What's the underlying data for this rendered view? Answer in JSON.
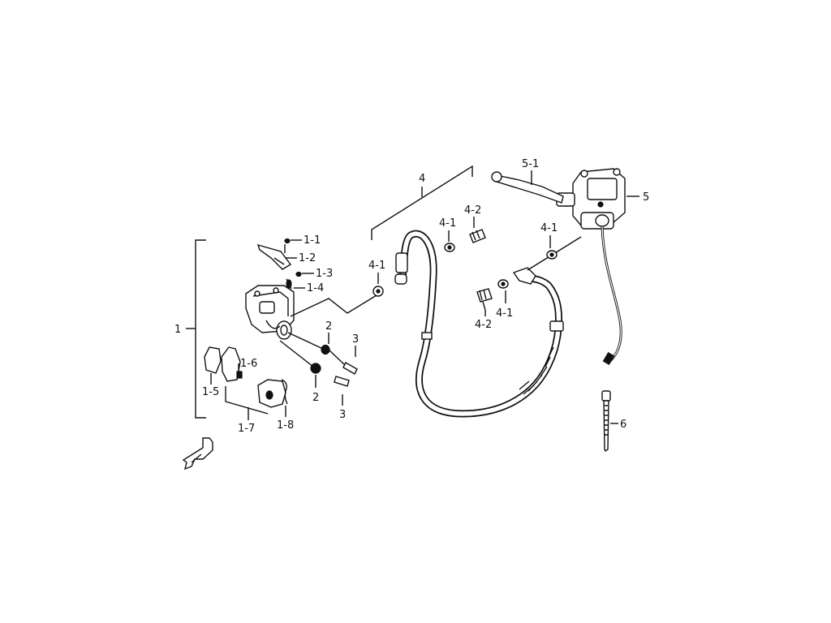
{
  "labels": {
    "l1": "1",
    "l1_1": "1-1",
    "l1_2": "1-2",
    "l1_3": "1-3",
    "l1_4": "1-4",
    "l1_5": "1-5",
    "l1_6": "1-6",
    "l1_7": "1-7",
    "l1_8": "1-8",
    "l2a": "2",
    "l2b": "2",
    "l3a": "3",
    "l3b": "3",
    "l4": "4",
    "l4_1a": "4-1",
    "l4_1b": "4-1",
    "l4_1c": "4-1",
    "l4_2a": "4-2",
    "l4_2b": "4-2",
    "l5": "5",
    "l5_1": "5-1",
    "l6": "6"
  },
  "icons": {
    "front-direction-arrow": "front-arrow-icon"
  }
}
